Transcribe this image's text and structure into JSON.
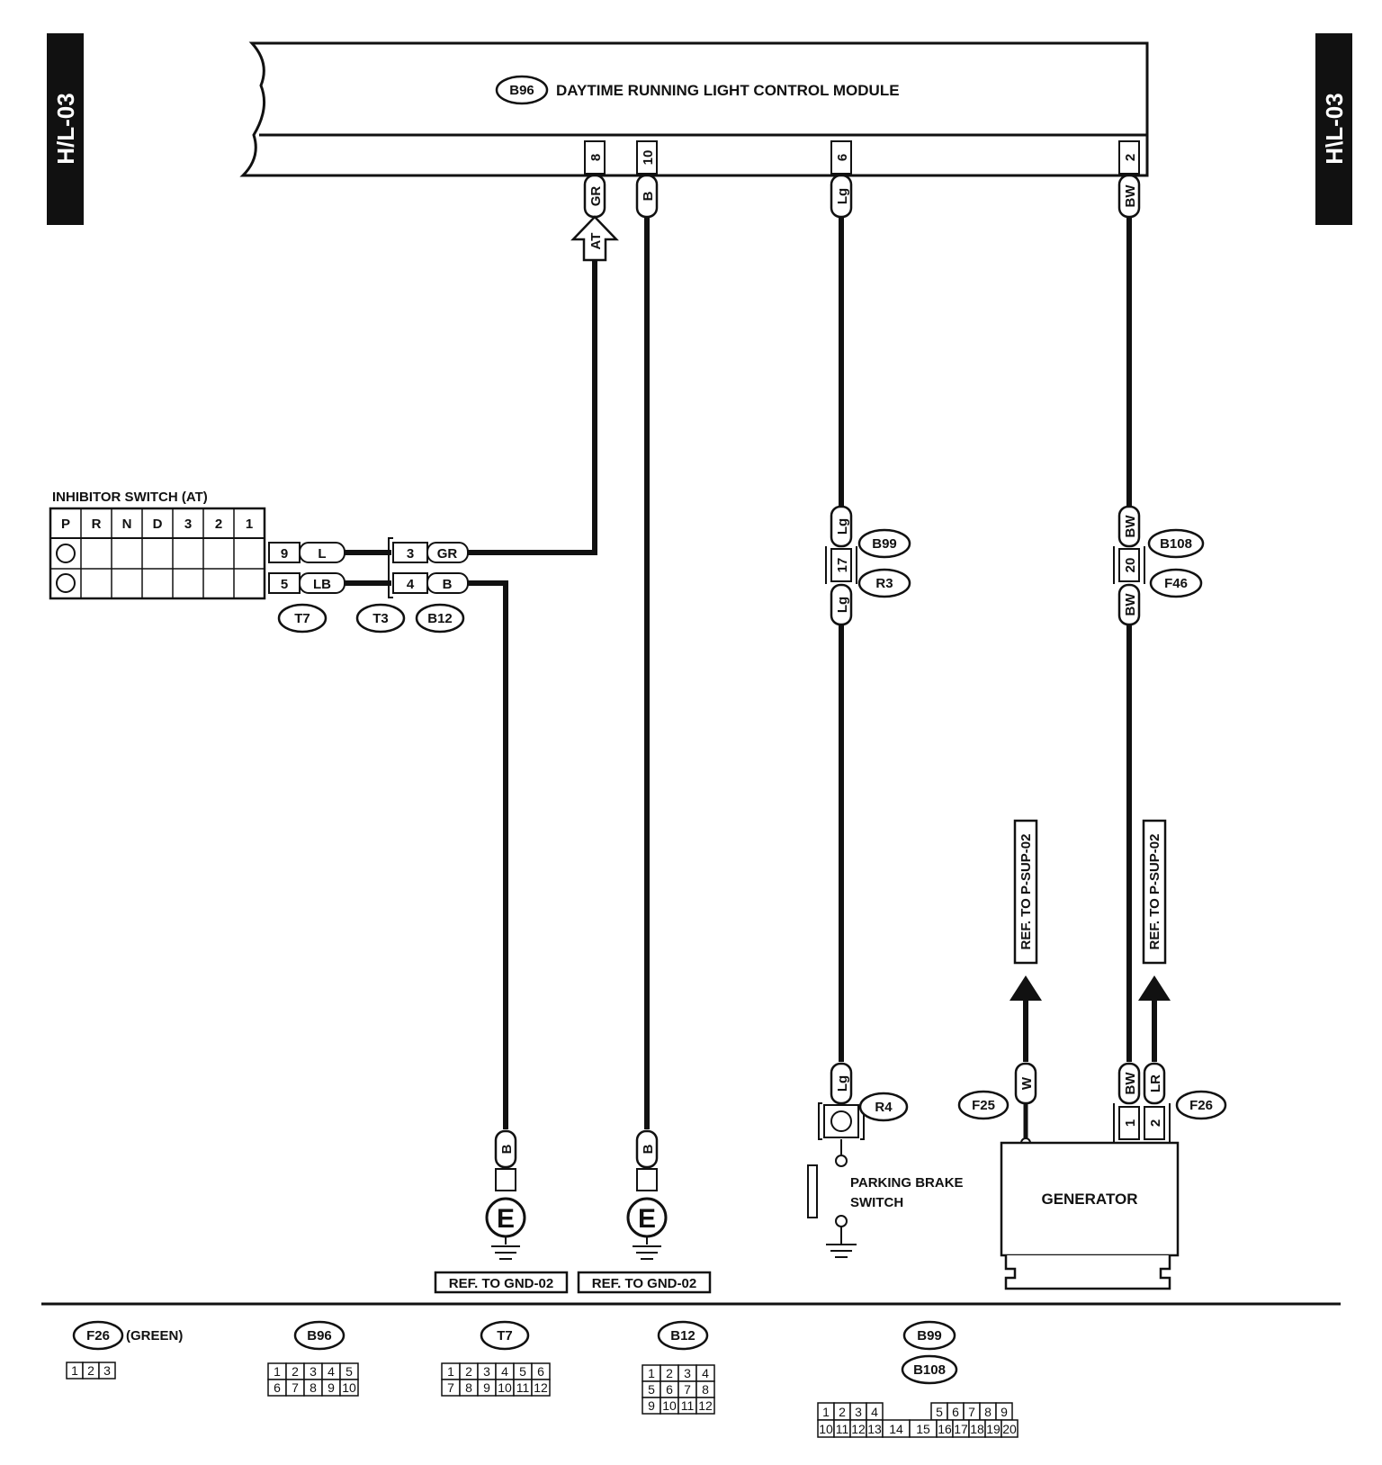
{
  "page": {
    "tab_left": "H/L-03",
    "tab_right": "H\\L-03"
  },
  "module": {
    "code": "B96",
    "title": "DAYTIME RUNNING LIGHT CONTROL MODULE",
    "pins": [
      {
        "pin": "8",
        "color": "GR"
      },
      {
        "pin": "10",
        "color": "B"
      },
      {
        "pin": "6",
        "color": "Lg"
      },
      {
        "pin": "2",
        "color": "BW"
      }
    ],
    "at_arrow_label": "AT"
  },
  "inhibitor": {
    "title": "INHIBITOR SWITCH (AT)",
    "positions": [
      "P",
      "R",
      "N",
      "D",
      "3",
      "2",
      "1"
    ],
    "connector_pins": [
      {
        "pin": "9",
        "color": "L"
      },
      {
        "pin": "5",
        "color": "LB"
      }
    ],
    "junction_pins": [
      {
        "pin": "3",
        "color": "GR"
      },
      {
        "pin": "4",
        "color": "B"
      }
    ],
    "codes": [
      "T7",
      "T3",
      "B12"
    ]
  },
  "lg_line": {
    "upper": "Lg",
    "mid": "17",
    "lower": "Lg",
    "codes": [
      "B99",
      "R3"
    ],
    "switch_wire": "Lg",
    "switch_code": "R4",
    "switch_label_1": "PARKING BRAKE",
    "switch_label_2": "SWITCH"
  },
  "bw_line": {
    "upper": "BW",
    "mid": "20",
    "lower": "BW",
    "codes": [
      "B108",
      "F46"
    ]
  },
  "grounds": {
    "wire": "B",
    "symbol": "E",
    "ref": "REF. TO GND-02"
  },
  "generator": {
    "label": "GENERATOR",
    "ref": "REF. TO P-SUP-02",
    "left_wire": "W",
    "left_code": "F25",
    "pin1_color": "BW",
    "pin2_color": "LR",
    "pin1": "1",
    "pin2": "2",
    "right_code": "F26"
  },
  "connectors": {
    "f26_code": "F26",
    "f26_note": "(GREEN)",
    "f26_cells": [
      "1",
      "2",
      "3"
    ],
    "b96_code": "B96",
    "b96_rows": [
      [
        "1",
        "2",
        "3",
        "4",
        "5"
      ],
      [
        "6",
        "7",
        "8",
        "9",
        "10"
      ]
    ],
    "t7_code": "T7",
    "t7_rows": [
      [
        "1",
        "2",
        "3",
        "4",
        "5",
        "6"
      ],
      [
        "7",
        "8",
        "9",
        "10",
        "11",
        "12"
      ]
    ],
    "b12_code": "B12",
    "b12_rows": [
      [
        "1",
        "2",
        "3",
        "4"
      ],
      [
        "5",
        "6",
        "7",
        "8"
      ],
      [
        "9",
        "10",
        "11",
        "12"
      ]
    ],
    "b99_code": "B99",
    "b108_code": "B108",
    "b99_top": [
      "1",
      "2",
      "3",
      "4",
      "5",
      "6",
      "7",
      "8",
      "9"
    ],
    "b99_bottom": [
      "10",
      "11",
      "12",
      "13",
      "14",
      "15",
      "16",
      "17",
      "18",
      "19",
      "20"
    ]
  }
}
